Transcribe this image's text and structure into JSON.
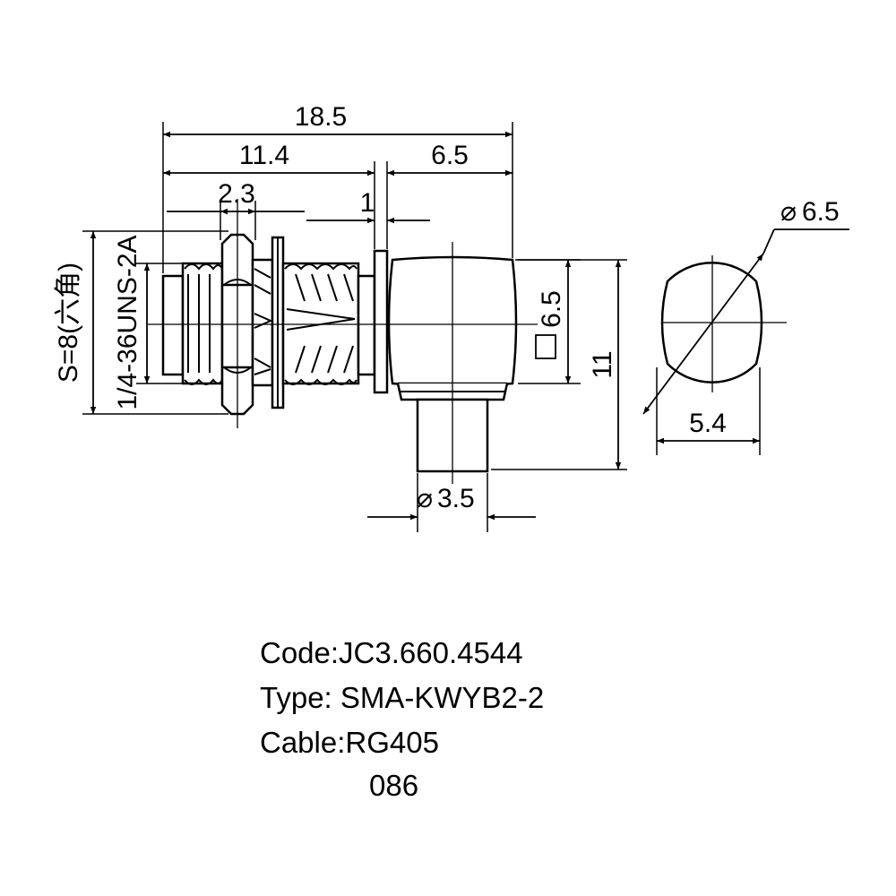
{
  "dimensions": {
    "overall_length": "18.5",
    "body_length": "11.4",
    "head_length": "6.5",
    "nut_width": "2.3",
    "flange_thickness": "1",
    "head_square": "6.5",
    "total_height": "11",
    "cable_diameter": "3.5",
    "end_view_diameter": "6.5",
    "end_view_flat": "5.4",
    "hex_size": "S=8(六角)",
    "thread_spec": "1/4-36UNS-2A"
  },
  "symbols": {
    "diameter": "⌀",
    "square": "□"
  },
  "info": {
    "code": "Code:JC3.660.4544",
    "type": "Type: SMA-KWYB2-2",
    "cable": "Cable:RG405",
    "number": "086"
  }
}
